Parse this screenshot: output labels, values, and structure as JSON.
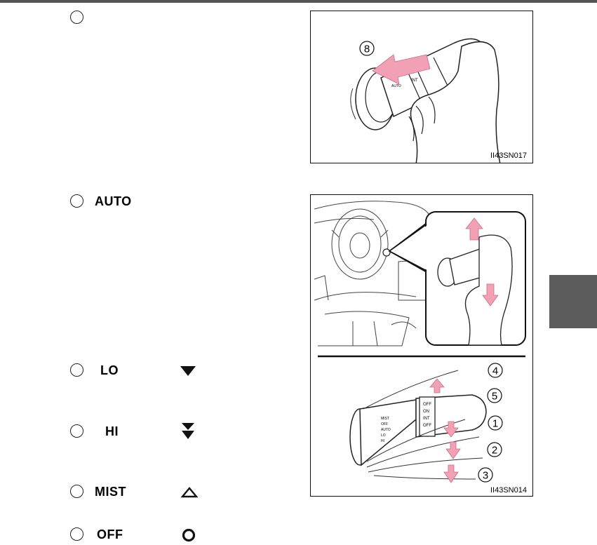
{
  "items": [
    {
      "label": ""
    },
    {
      "label": "AUTO"
    },
    {
      "label": "LO",
      "symbol": "triangle-down-icon"
    },
    {
      "label": "HI",
      "symbol": "double-triangle-down-icon"
    },
    {
      "label": "MIST",
      "symbol": "triangle-up-outline-icon"
    },
    {
      "label": "OFF",
      "symbol": "ring-icon"
    }
  ],
  "figures": {
    "top": {
      "code": "II43SN017",
      "callout": "8"
    },
    "bottom": {
      "code": "II43SN014",
      "callouts": [
        "4",
        "5",
        "1",
        "2",
        "3"
      ]
    }
  },
  "colors": {
    "arrow": "#f2a0b5",
    "tab": "#5c5c5c",
    "line": "#111111"
  }
}
